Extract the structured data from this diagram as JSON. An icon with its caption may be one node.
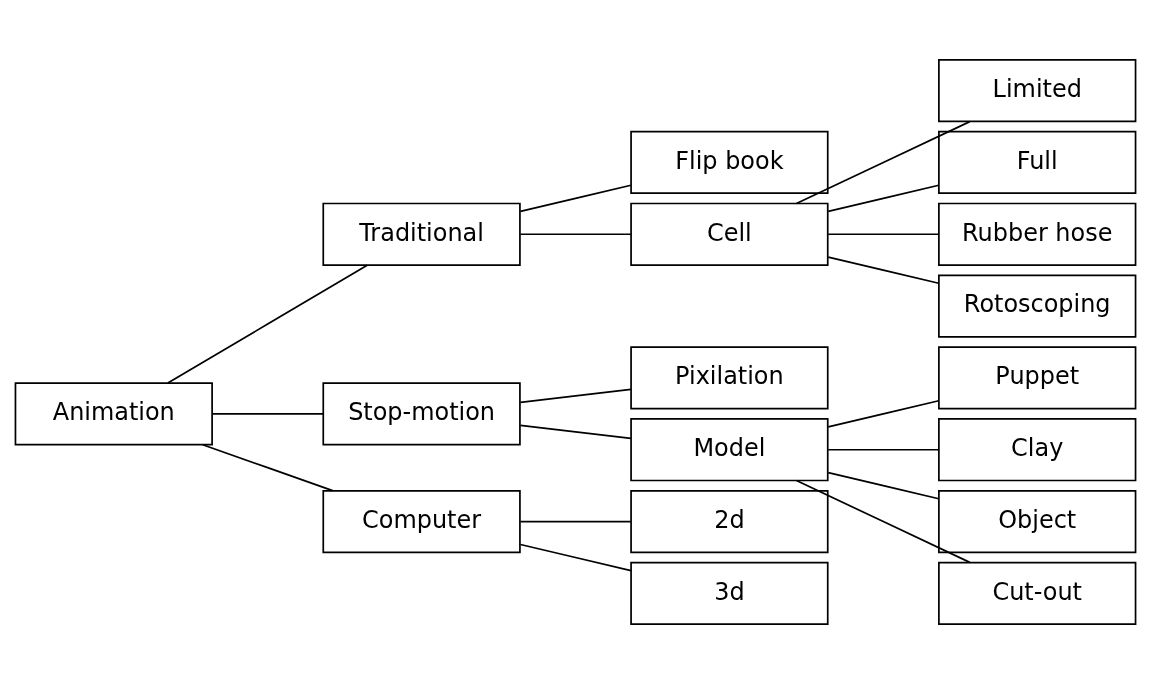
{
  "diagram": {
    "nodes": [
      {
        "text": [
          "Animation"
        ]
      },
      {
        "text": [
          "Traditional"
        ]
      },
      {
        "text": [
          "Flip book"
        ]
      },
      {
        "text": [
          "Cell"
        ]
      },
      {
        "text": [
          "Limited"
        ]
      },
      {
        "text": [
          "Full"
        ]
      },
      {
        "text": [
          "Rubber hose"
        ]
      },
      {
        "text": [
          "Rotoscoping"
        ]
      },
      {
        "text": [
          "Stop-motion"
        ]
      },
      {
        "text": [
          "Pixilation"
        ]
      },
      {
        "text": [
          "Model"
        ]
      },
      {
        "text": [
          "Puppet"
        ]
      },
      {
        "text": [
          "Clay"
        ]
      },
      {
        "text": [
          "Object"
        ]
      },
      {
        "text": [
          "Cut-out"
        ]
      },
      {
        "text": [
          "Computer"
        ]
      },
      {
        "text": [
          "2d"
        ]
      },
      {
        "text": [
          "3d"
        ]
      }
    ],
    "edges": [
      {
        "from": 0,
        "to": 1,
        "arrow": "none"
      },
      {
        "from": 0,
        "to": 8,
        "arrow": "none"
      },
      {
        "from": 0,
        "to": 15,
        "arrow": "none"
      },
      {
        "from": 1,
        "to": 2,
        "arrow": "none"
      },
      {
        "from": 1,
        "to": 3,
        "arrow": "none"
      },
      {
        "from": 3,
        "to": 4,
        "arrow": "none"
      },
      {
        "from": 3,
        "to": 5,
        "arrow": "none"
      },
      {
        "from": 3,
        "to": 6,
        "arrow": "none"
      },
      {
        "from": 3,
        "to": 7,
        "arrow": "none"
      },
      {
        "from": 8,
        "to": 9,
        "arrow": "none"
      },
      {
        "from": 8,
        "to": 10,
        "arrow": "none"
      },
      {
        "from": 10,
        "to": 11,
        "arrow": "none"
      },
      {
        "from": 10,
        "to": 12,
        "arrow": "none"
      },
      {
        "from": 10,
        "to": 13,
        "arrow": "none"
      },
      {
        "from": 10,
        "to": 14,
        "arrow": "none"
      },
      {
        "from": 15,
        "to": 16,
        "arrow": "none"
      },
      {
        "from": 15,
        "to": 17,
        "arrow": "none"
      }
    ]
  }
}
